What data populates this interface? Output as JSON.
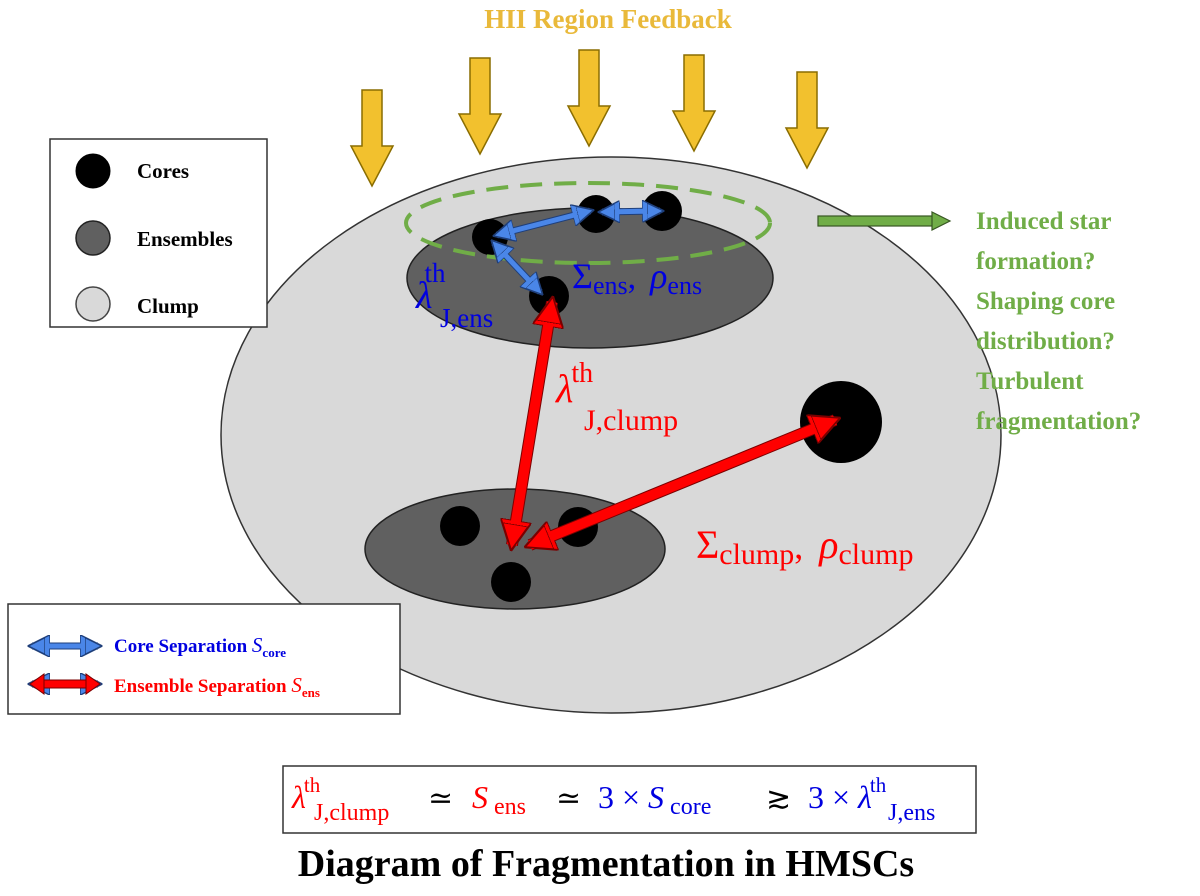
{
  "header": {
    "title": "HII Region Feedback",
    "title_color": "#e9b93a",
    "arrow_color": "#f2c12e"
  },
  "legend_top": {
    "items": [
      {
        "label": "Cores",
        "fill": "#000000"
      },
      {
        "label": "Ensembles",
        "fill": "#606060"
      },
      {
        "label": "Clump",
        "fill": "#d9d9d9"
      }
    ]
  },
  "legend_bottom": {
    "core_sep": {
      "label": "Core Separation ",
      "sym": "S",
      "sub": "core",
      "color": "#0000e0",
      "arrow_color": "#4a86e8"
    },
    "ens_sep": {
      "label": "Ensemble Separation ",
      "sym": "S",
      "sub": "ens",
      "color": "#ff0000",
      "arrow_color": "#ff0000"
    }
  },
  "annotations": {
    "green": {
      "color": "#70ad47",
      "lines": [
        "Induced star",
        "formation?",
        "Shaping core",
        "distribution?",
        "Turbulent",
        "fragmentation?"
      ]
    },
    "lambda_ens": {
      "sym": "λ",
      "sup": "th",
      "sub": "J,ens",
      "color": "#0000e0"
    },
    "sigma_ens": {
      "sigma": "Σ",
      "sigma_sub": "ens",
      "sep": ",",
      "rho": "ρ",
      "rho_sub": "ens",
      "color": "#0000e0"
    },
    "lambda_clump": {
      "sym": "λ",
      "sup": "th",
      "sub": "J,clump",
      "color": "#ff0000"
    },
    "sigma_clump": {
      "sigma": "Σ",
      "sigma_sub": "clump",
      "sep": ",",
      "rho": "ρ",
      "rho_sub": "clump",
      "color": "#ff0000"
    }
  },
  "equation": {
    "l1": "λ",
    "l1_sup": "th",
    "l1_sub": "J,clump",
    "approx1": "≃",
    "s1": "S",
    "s1_sub": "ens",
    "approx2": "≃",
    "three1": "3 × ",
    "s2": "S",
    "s2_sub": "core",
    "gtrsim": "≳",
    "three2": "3 × ",
    "l2": "λ",
    "l2_sup": "th",
    "l2_sub": "J,ens"
  },
  "caption": "Diagram of Fragmentation in HMSCs",
  "colors": {
    "clump": "#d9d9d9",
    "ensemble": "#606060",
    "core": "#000000",
    "blue_arrow": "#4a86e8",
    "red_arrow": "#ff0000",
    "green": "#70ad47"
  }
}
